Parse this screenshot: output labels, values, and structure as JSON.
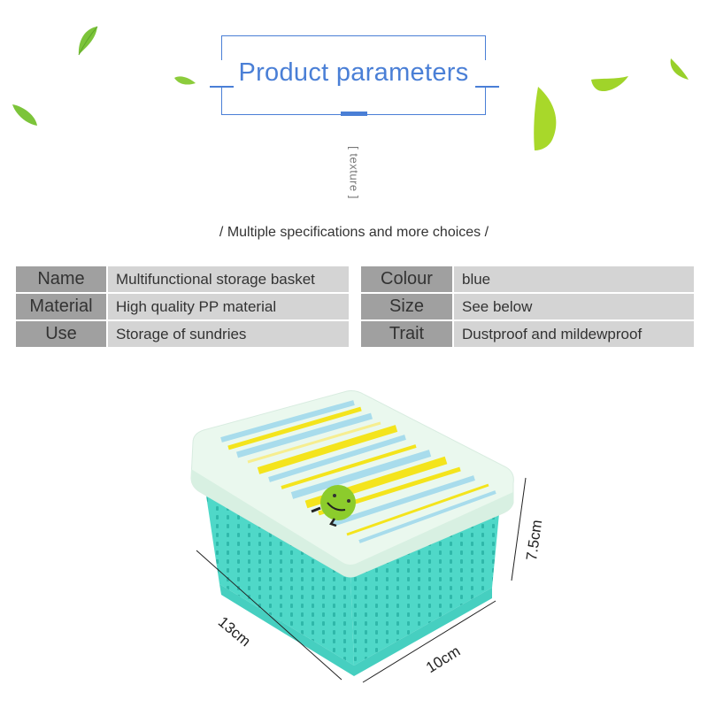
{
  "header": {
    "title": "Product parameters",
    "texture_label": "[ texture ]",
    "subtitle": "/ Multiple specifications and more choices /"
  },
  "specs": {
    "left": [
      {
        "key": "Name",
        "value": "Multifunctional storage basket"
      },
      {
        "key": "Material",
        "value": "High quality PP material"
      },
      {
        "key": "Use",
        "value": "Storage of sundries"
      }
    ],
    "right": [
      {
        "key": "Colour",
        "value": "blue"
      },
      {
        "key": "Size",
        "value": "See below"
      },
      {
        "key": "Trait",
        "value": "Dustproof and mildewproof"
      }
    ]
  },
  "product": {
    "dimensions": {
      "length": "13cm",
      "width": "10cm",
      "height": "7.5cm"
    }
  },
  "colors": {
    "accent": "#4a7fd6",
    "key_cell": "#a0a0a0",
    "value_cell": "#d4d4d4",
    "basket": "#4fd8c8",
    "lid": "#e8f8ee",
    "stripe_yellow": "#f4e41c",
    "stripe_blue": "#a8dcec",
    "leaf": "#8ccc2c"
  }
}
